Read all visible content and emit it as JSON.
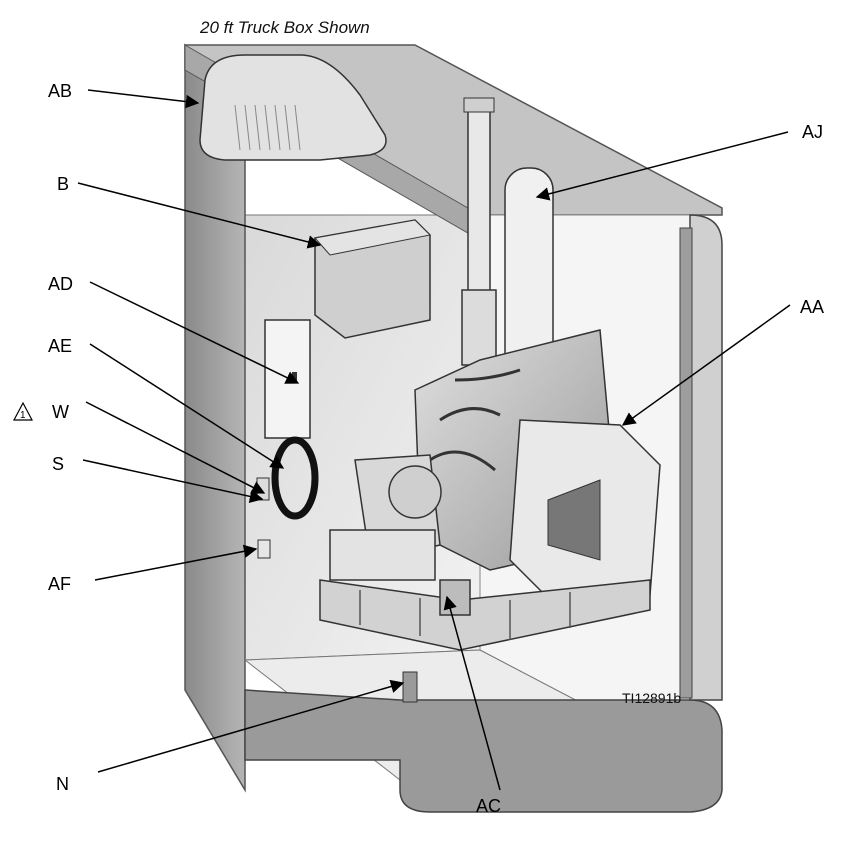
{
  "caption": "20 ft Truck Box Shown",
  "figure_id": "TI12891b",
  "callouts": {
    "ab": "AB",
    "b": "B",
    "ad": "AD",
    "ae": "AE",
    "w": "W",
    "w_marker": "1",
    "s": "S",
    "af": "AF",
    "aj": "AJ",
    "aa": "AA",
    "n": "N",
    "ac": "AC"
  }
}
